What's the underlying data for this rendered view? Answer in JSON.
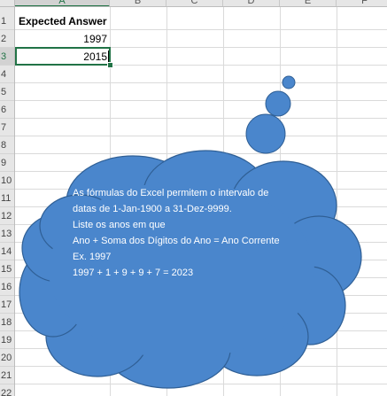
{
  "columns": [
    "A",
    "B",
    "C",
    "D",
    "E",
    "F"
  ],
  "rows": [
    "1",
    "2",
    "3",
    "4",
    "5",
    "6",
    "7",
    "8",
    "9",
    "10",
    "11",
    "12",
    "13",
    "14",
    "15",
    "16",
    "17",
    "18",
    "19",
    "20",
    "21",
    "22"
  ],
  "cells": {
    "A1": "Expected Answer",
    "A2": "1997",
    "A3": "2015"
  },
  "selection": "A3",
  "colors": {
    "cloud_fill": "#4a86cc",
    "cloud_stroke": "#2f5f95",
    "selection": "#217346"
  },
  "callout": {
    "lines": [
      "As fórmulas do Excel permitem o intervalo de datas de 1-Jan-1900 a 31-Dez-9999.",
      "Liste os anos em que",
      "Ano + Soma dos Dígitos do Ano = Ano Corrente",
      "Ex. 1997",
      "1997 + 1 + 9 + 9 + 7 = 2023"
    ]
  }
}
